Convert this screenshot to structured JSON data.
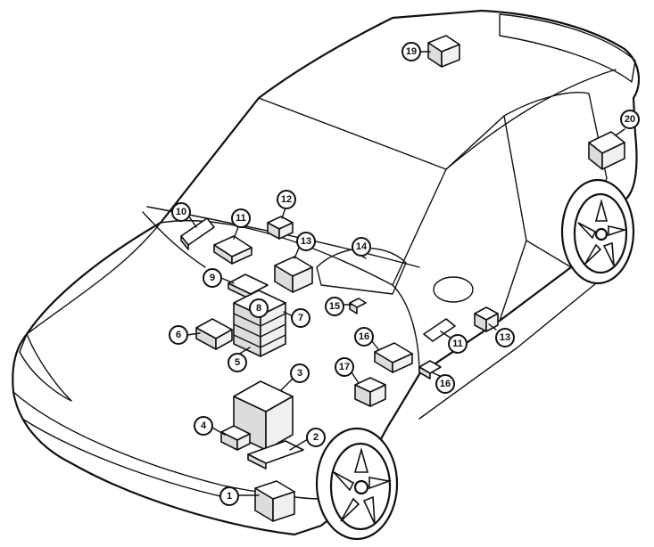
{
  "callouts": [
    {
      "id": "c1",
      "label": "1"
    },
    {
      "id": "c2",
      "label": "2"
    },
    {
      "id": "c3",
      "label": "3"
    },
    {
      "id": "c4",
      "label": "4"
    },
    {
      "id": "c5",
      "label": "5"
    },
    {
      "id": "c6",
      "label": "6"
    },
    {
      "id": "c7",
      "label": "7"
    },
    {
      "id": "c8",
      "label": "8"
    },
    {
      "id": "c9",
      "label": "9"
    },
    {
      "id": "c10",
      "label": "10"
    },
    {
      "id": "c11a",
      "label": "11"
    },
    {
      "id": "c11b",
      "label": "11"
    },
    {
      "id": "c12",
      "label": "12"
    },
    {
      "id": "c13a",
      "label": "13"
    },
    {
      "id": "c13b",
      "label": "13"
    },
    {
      "id": "c14",
      "label": "14"
    },
    {
      "id": "c15",
      "label": "15"
    },
    {
      "id": "c16a",
      "label": "16"
    },
    {
      "id": "c16b",
      "label": "16"
    },
    {
      "id": "c17",
      "label": "17"
    },
    {
      "id": "c19",
      "label": "19"
    },
    {
      "id": "c20",
      "label": "20"
    }
  ]
}
